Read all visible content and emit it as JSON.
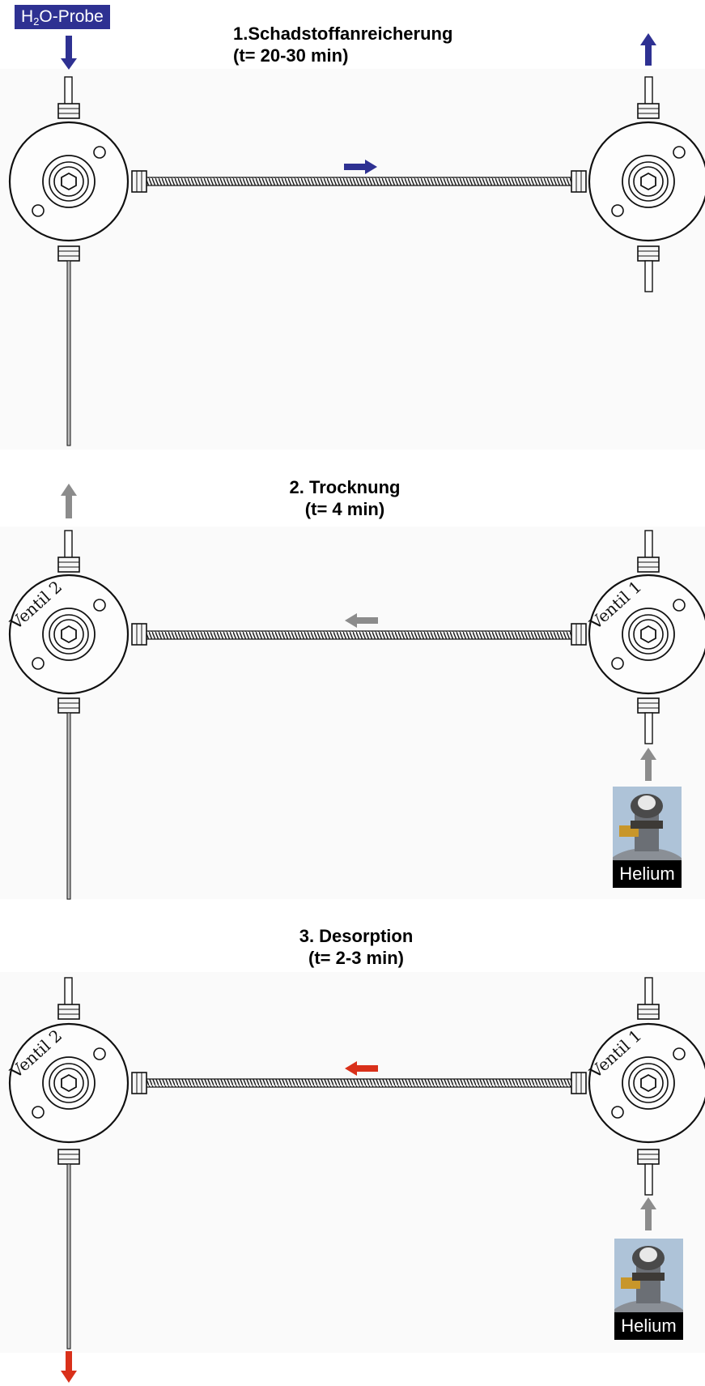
{
  "colors": {
    "sample_flow": "#2e3192",
    "drying_flow": "#8c8c8c",
    "desorption_flow": "#d9301a",
    "metal": "#1a1a1a"
  },
  "probe_label": {
    "main": "H",
    "sub": "2",
    "rest": "O-Probe"
  },
  "panels": [
    {
      "title_line1": "1.Schadstoffanreicherung",
      "title_line2": "(t= 20-30 min)",
      "valves_labeled": false,
      "flow": "sample_flow",
      "flow_direction": "right"
    },
    {
      "title_line1": "2. Trocknung",
      "title_line2": "(t= 4 min)",
      "valves_labeled": true,
      "valve_left_label": "Ventil 2",
      "valve_right_label": "Ventil 1",
      "tank_label": "Helium",
      "flow": "drying_flow",
      "flow_direction": "left"
    },
    {
      "title_line1": "3. Desorption",
      "title_line2": "(t= 2-3 min)",
      "valves_labeled": true,
      "valve_left_label": "Ventil 2",
      "valve_right_label": "Ventil 1",
      "tank_label": "Helium",
      "flow": "desorption_flow",
      "flow_direction": "left"
    }
  ]
}
